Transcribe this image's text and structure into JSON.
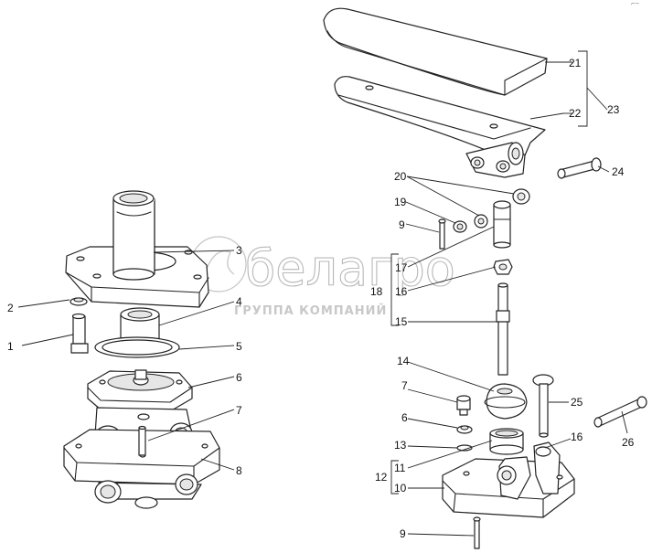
{
  "watermark": {
    "brand": "белагро",
    "tagline": "ГРУППА КОМПАНИЙ"
  },
  "corner_mark": "⌐─",
  "callouts": [
    "1",
    "2",
    "3",
    "4",
    "5",
    "6",
    "7",
    "8",
    "9",
    "10",
    "11",
    "12",
    "13",
    "14",
    "15",
    "16",
    "17",
    "18",
    "19",
    "20",
    "21",
    "22",
    "23",
    "24",
    "25",
    "26"
  ]
}
